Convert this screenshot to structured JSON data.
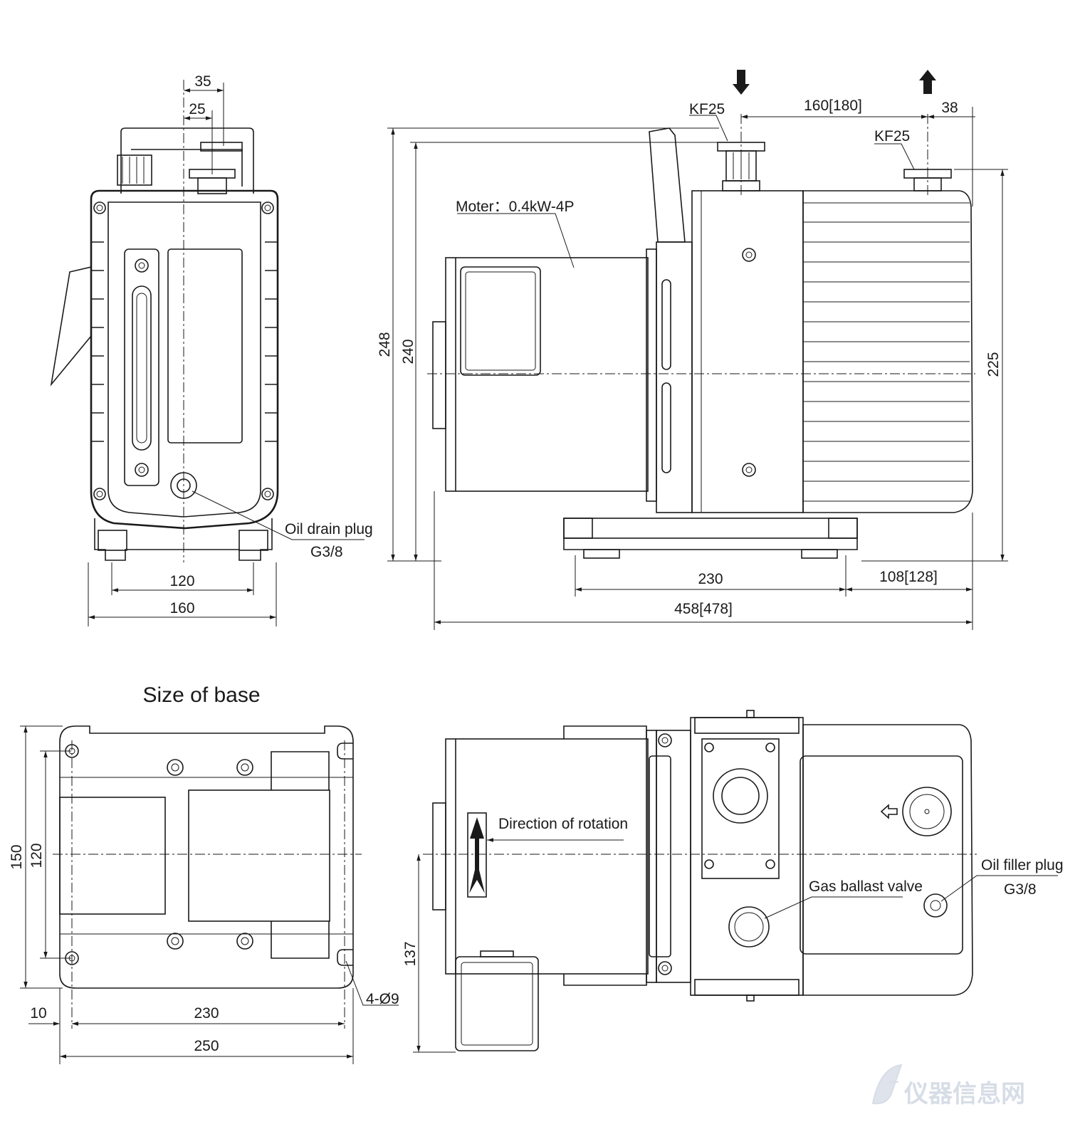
{
  "labels": {
    "front_dim_35": "35",
    "front_dim_25": "25",
    "front_dim_120": "120",
    "front_dim_160": "160",
    "oil_drain_plug": "Oil drain plug",
    "oil_drain_thread": "G3/8",
    "kf25_inlet": "KF25",
    "kf25_outlet": "KF25",
    "dim_160_180": "160[180]",
    "dim_38": "38",
    "motor": "Moter：0.4kW-4P",
    "dim_248": "248",
    "dim_240": "240",
    "dim_225": "225",
    "dim_230_side": "230",
    "dim_108_128": "108[128]",
    "dim_458_478": "458[478]",
    "base_title": "Size of base",
    "base_dim_150": "150",
    "base_dim_120": "120",
    "base_dim_10": "10",
    "base_dim_230": "230",
    "base_dim_250": "250",
    "base_holes": "4-Ø9",
    "direction_of_rotation": "Direction of rotation",
    "gas_ballast_valve": "Gas ballast valve",
    "oil_filler_plug": "Oil filler plug",
    "oil_filler_thread": "G3/8",
    "top_dim_137": "137",
    "watermark": "仪器信息网"
  },
  "icons": {
    "inlet_arrow": "arrow-down-icon",
    "outlet_arrow": "arrow-up-icon",
    "rotation_arrow": "arrow-up-icon",
    "exhaust_arrow": "arrow-left-icon",
    "watermark_logo": "instrument-logo-icon"
  },
  "colors": {
    "line": "#1a1a1a",
    "background": "#ffffff",
    "watermark": "#d7dde6"
  }
}
